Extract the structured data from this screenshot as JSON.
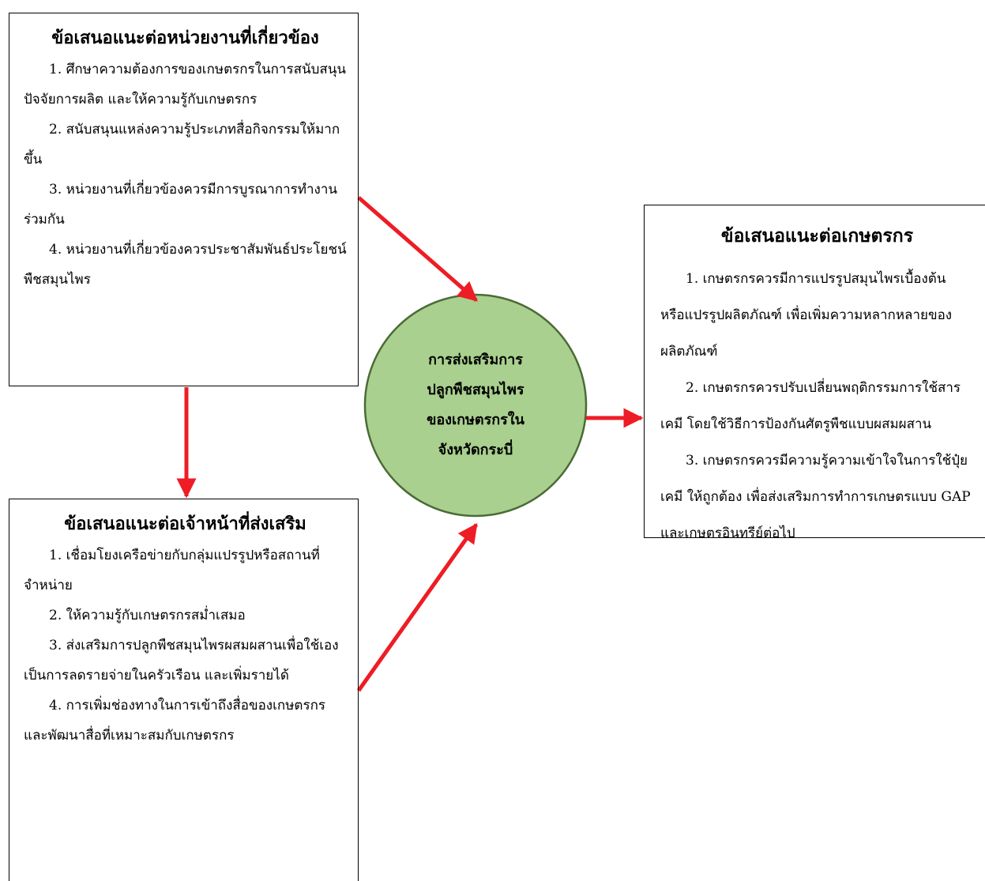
{
  "center": {
    "label": "การส่งเสริมการ\nปลูกพืชสมุนไพร\nของเกษตรกรใน\nจังหวัดกระบี่"
  },
  "agencies": {
    "title": "ข้อเสนอแนะต่อหน่วยงานที่เกี่ยวข้อง",
    "items": [
      "1. ศึกษาความต้องการของเกษตรกรในการสนับสนุนปัจจัยการผลิต  และให้ความรู้กับเกษตรกร",
      "2. สนับสนุนแหล่งความรู้ประเภทสื่อกิจกรรมให้มากขึ้น",
      "3. หน่วยงานที่เกี่ยวข้องควรมีการบูรณาการทำงานร่วมกัน",
      "4. หน่วยงานที่เกี่ยวข้องควรประชาสัมพันธ์ประโยชน์พืชสมุนไพร"
    ]
  },
  "officers": {
    "title": "ข้อเสนอแนะต่อเจ้าหน้าที่ส่งเสริม",
    "items": [
      "1. เชื่อมโยงเครือข่ายกับกลุ่มแปรรูปหรือสถานที่จำหน่าย",
      "2. ให้ความรู้กับเกษตรกรสม่ำเสมอ",
      "3. ส่งเสริมการปลูกพืชสมุนไพรผสมผสานเพื่อใช้เองเป็นการลดรายจ่ายในครัวเรือน และเพิ่มรายได้",
      "4. การเพิ่มช่องทางในการเข้าถึงสื่อของเกษตรกร และพัฒนาสื่อที่เหมาะสมกับเกษตรกร"
    ]
  },
  "farmers": {
    "title": "ข้อเสนอแนะต่อเกษตรกร",
    "items": [
      "1. เกษตรกรควรมีการแปรรูปสมุนไพรเบื้องต้น หรือแปรรูปผลิตภัณฑ์ เพื่อเพิ่มความหลากหลายของผลิตภัณฑ์",
      "2. เกษตรกรควรปรับเปลี่ยนพฤติกรรมการใช้สารเคมี โดยใช้วิธีการป้องกันศัตรูพืชแบบผสมผสาน",
      "3. เกษตรกรควรมีความรู้ความเข้าใจในการใช้ปุ๋ยเคมี ให้ถูกต้อง เพื่อส่งเสริมการทำการเกษตรแบบ GAP และเกษตรอินทรีย์ต่อไป"
    ]
  },
  "colors": {
    "circle_fill": "#a9d08e",
    "circle_stroke": "#4b6b36",
    "arrow": "#ee1c25"
  }
}
